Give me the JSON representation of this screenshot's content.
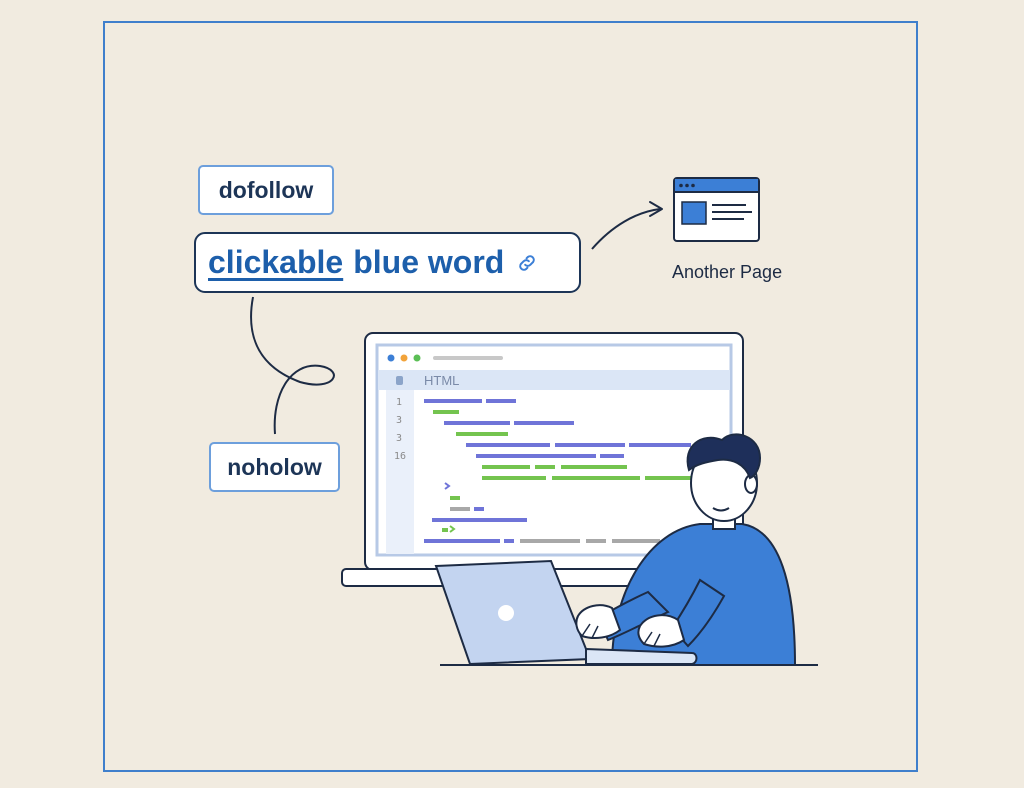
{
  "labels": {
    "dofollow": "dofollow",
    "link_word": "clickable",
    "link_rest": "blue word",
    "nofollow": "noholow",
    "another_page": "Another Page",
    "editor_tab": "HTML"
  },
  "line_numbers": [
    "1",
    "3",
    "3",
    "16"
  ],
  "colors": {
    "background": "#f1ebe0",
    "frame": "#3f7fcc",
    "link_blue": "#1d5fab",
    "navy": "#1d3557",
    "code_purple": "#6f74d8",
    "code_green": "#74c44f",
    "code_gray": "#a8a8a8",
    "shirt_blue": "#3c7fd6"
  },
  "icons": {
    "link": "chain-link-icon",
    "page": "web-page-icon",
    "arrow": "curved-arrow-icon"
  }
}
